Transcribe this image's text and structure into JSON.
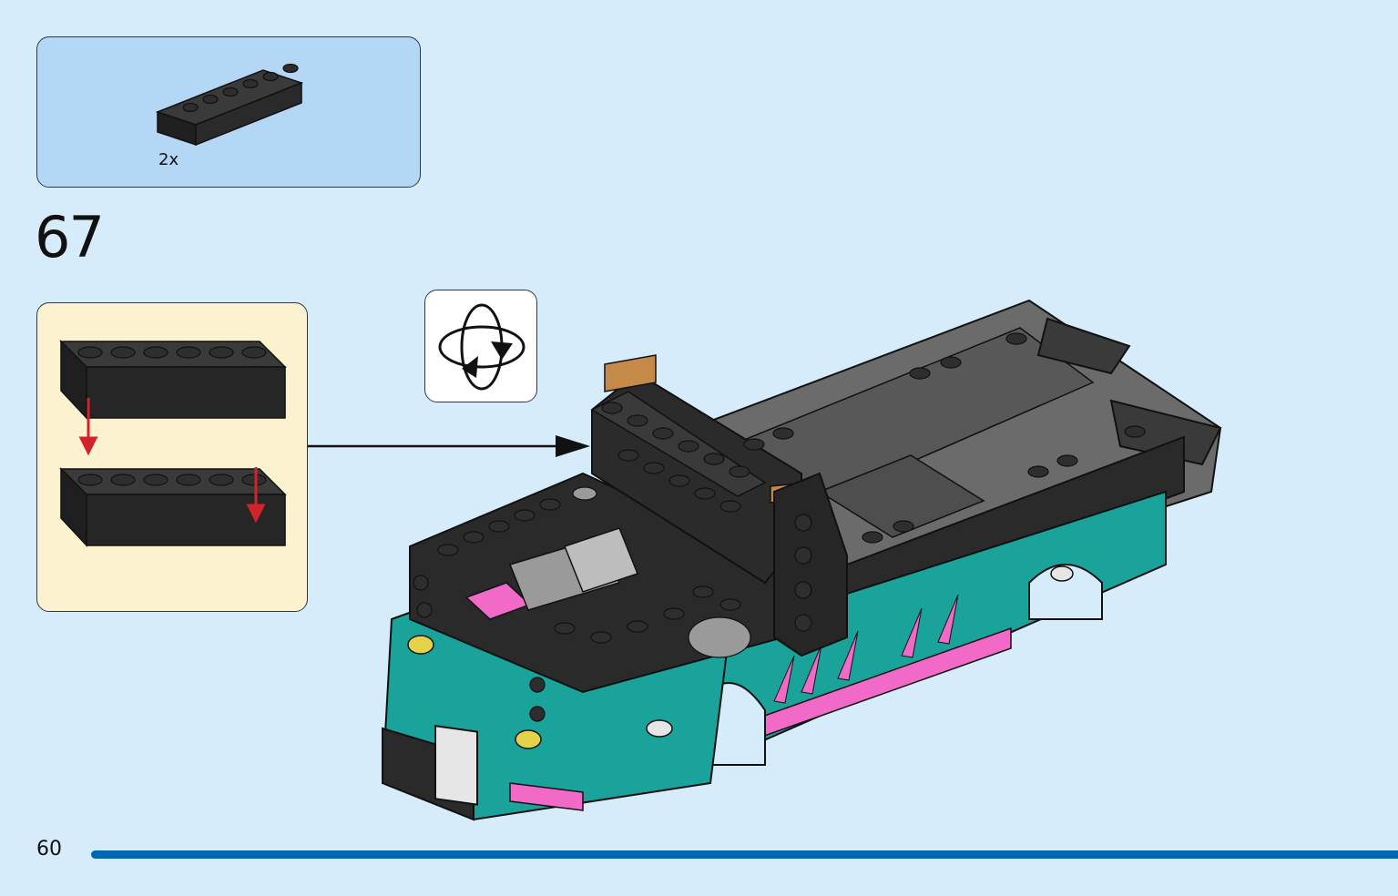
{
  "parts_list": {
    "items": [
      {
        "part": "black 1x6 brick",
        "quantity": "2x",
        "color": "#2b2b2b"
      }
    ]
  },
  "step": {
    "number": "67",
    "callout_pieces": 2,
    "rotate_icon": "rotate-model-icon"
  },
  "colors": {
    "background": "#d7ecfa",
    "parts_panel": "#b3d7f4",
    "callout_panel": "#fdf2d0",
    "brick_black": "#2b2b2b",
    "teal": "#1aa39a",
    "magenta": "#f26ac8",
    "arrow_red": "#d2232a",
    "progress_blue": "#0065b3"
  },
  "footer": {
    "page_number": "60",
    "progress": 1.0
  }
}
